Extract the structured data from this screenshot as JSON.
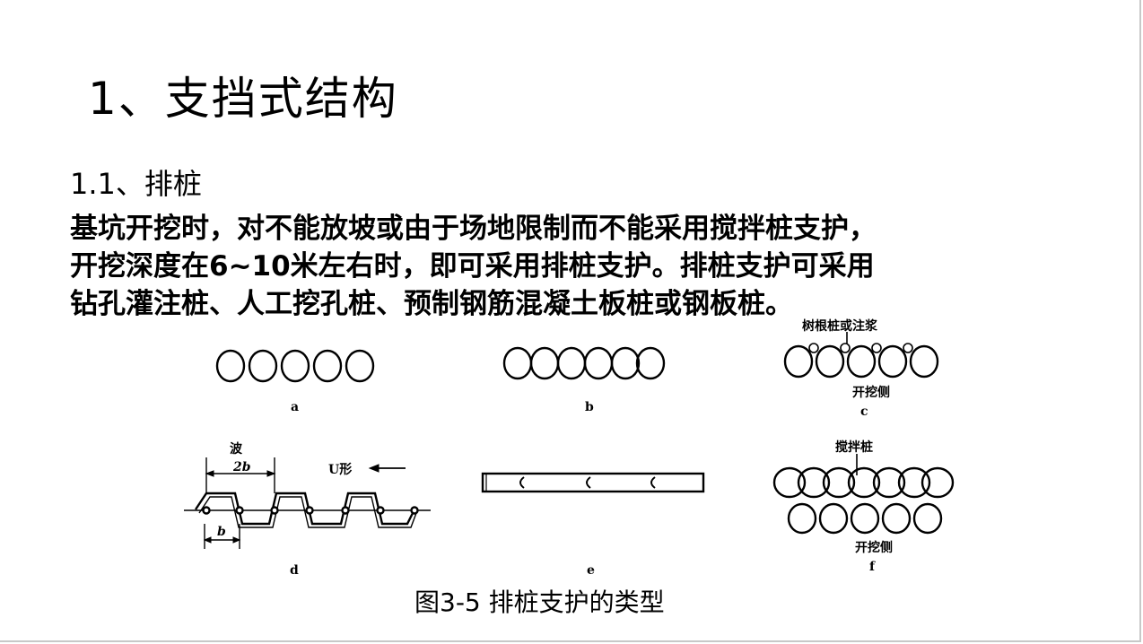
{
  "slide": {
    "title": "1、支挡式结构",
    "subtitle": "1.1、排桩",
    "body_lines": [
      "基坑开挖时，对不能放坡或由于场地限制而不能采用搅拌桩支护，",
      "开挖深度在6~10米左右时，即可采用排桩支护。排桩支护可采用",
      "钻孔灌注桩、人工挖孔桩、预制钢筋混凝土板桩或钢板桩。"
    ],
    "caption": "图3-5  排桩支护的类型"
  },
  "figure": {
    "labels": {
      "a": "a",
      "b": "b",
      "c": "c",
      "d": "d",
      "e": "e",
      "f": "f"
    },
    "annotations": {
      "c_top": "树根桩或注浆",
      "c_bottom": "开挖侧",
      "d_wave": "波",
      "d_2b": "2b",
      "d_u": "U形",
      "d_b": "b",
      "f_top": "搅拌桩",
      "f_bottom": "开挖侧"
    }
  }
}
